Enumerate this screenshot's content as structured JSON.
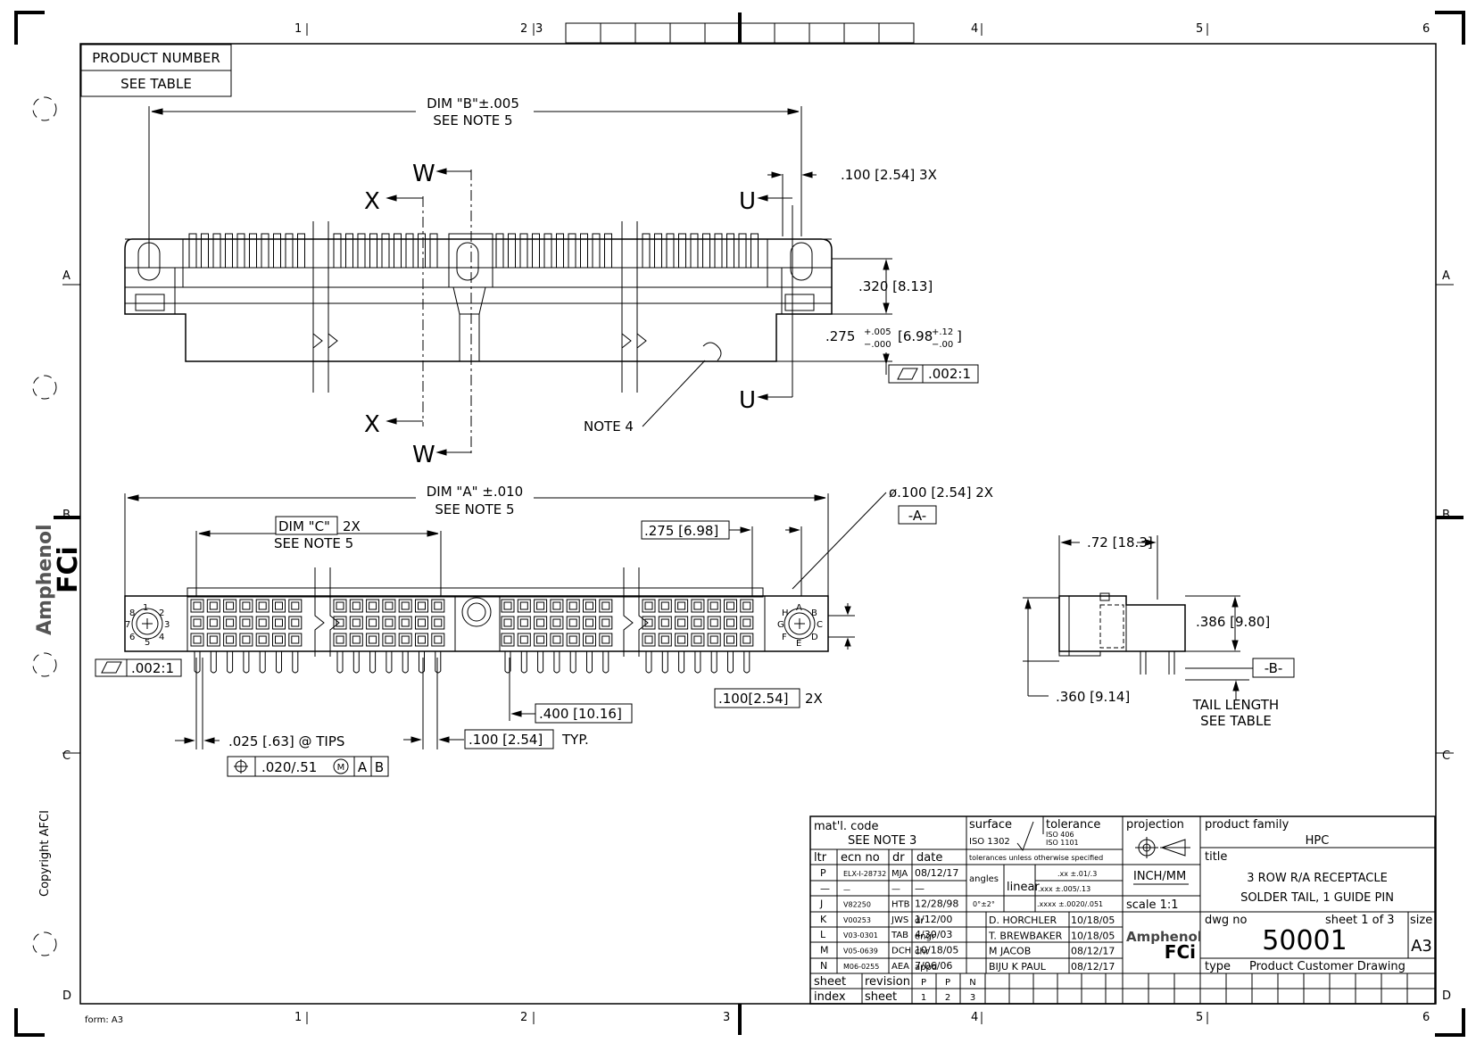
{
  "zones": {
    "cols": [
      "1",
      "2",
      "3",
      "4",
      "5",
      "6"
    ],
    "rows": [
      "A",
      "B",
      "C",
      "D"
    ]
  },
  "product_box": {
    "line1": "PRODUCT NUMBER",
    "line2": "SEE TABLE"
  },
  "top_view": {
    "dim_b": "DIM \"B\"±.005",
    "dim_b_note": "SEE NOTE 5",
    "pitch_3x": ".100 [2.54] 3X",
    "height_320": ".320 [8.13]",
    "tol_275_main": ".275",
    "tol_275_plus": "+.005",
    "tol_275_minus": "−.000",
    "tol_275_mm_main": "[6.98",
    "tol_275_mm_plus": "+.12",
    "tol_275_mm_minus": "−.00",
    "tol_275_mm_close": "]",
    "flatness": ".002:1",
    "note4": "NOTE 4",
    "section_w": "W",
    "section_x": "X",
    "section_u": "U"
  },
  "front_view": {
    "dim_a": "DIM \"A\" ±.010",
    "dim_a_note": "SEE NOTE 5",
    "dim_c": "DIM \"C\"",
    "dim_c_2x": "2X",
    "dim_c_note": "SEE NOTE 5",
    "dim_275": ".275 [6.98]",
    "hole_dia": "ø.100 [2.54] 2X",
    "datum_a": "-A-",
    "flatness": ".002:1",
    "tips": ".025 [.63] @ TIPS",
    "position_tol": ".020/.51",
    "position_m": "M",
    "datum_ref_a": "A",
    "datum_ref_b": "B",
    "pitch_400": ".400 [10.16]",
    "pitch_typ": ".100 [2.54]",
    "typ": "TYP.",
    "pitch_2x_val": ".100[2.54]",
    "pitch_2x": "2X",
    "left_code_nums": [
      "8",
      "1",
      "2",
      "3",
      "4",
      "5",
      "6",
      "7"
    ],
    "right_code_letters": [
      "H",
      "A",
      "B",
      "C",
      "D",
      "E",
      "F",
      "G"
    ]
  },
  "side_view": {
    "width_72": ".72 [18.3]",
    "height_386": ".386 [9.80]",
    "height_360": ".360 [9.14]",
    "datum_b": "-B-",
    "tail_length": "TAIL LENGTH",
    "tail_note": "SEE TABLE"
  },
  "left_margin": {
    "brand_top": "Amphenol",
    "brand_bottom": "FCi",
    "copyright": "Copyright AFCI"
  },
  "form_label": "form: A3",
  "title_block": {
    "matl_code_label": "mat'l. code",
    "matl_code_value": "SEE NOTE 3",
    "surface_label": "surface",
    "surface_value": "ISO 1302",
    "tolerance_label": "tolerance",
    "tolerance_iso1": "ISO 406",
    "tolerance_iso2": "ISO 1101",
    "tol_unless": "tolerances unless otherwise specified",
    "angles_label": "angles",
    "linear_label": "linear",
    "tol_xx": ".xx ±.01/.3",
    "tol_xxx": ".xxx ±.005/.13",
    "tol_xxxx": ".xxxx ±.0020/.051",
    "angles_value": "0°±2°",
    "projection_label": "projection",
    "units": "INCH/MM",
    "scale": "scale 1:1",
    "product_family_label": "product family",
    "product_family_value": "HPC",
    "title_label": "title",
    "title_line1": "3 ROW R/A RECEPTACLE",
    "title_line2": "SOLDER TAIL, 1 GUIDE PIN",
    "dwg_no_label": "dwg no",
    "sheet_label": "sheet 1 of 3",
    "size_label": "size",
    "dwg_no": "50001",
    "size_value": "A3",
    "type_label": "type",
    "type_value": "Product Customer Drawing",
    "brand_top": "Amphenol",
    "brand_bottom": "FCi",
    "rev_headers": [
      "ltr",
      "ecn no",
      "dr",
      "date"
    ],
    "revisions": [
      {
        "ltr": "P",
        "ecn": "ELX-I-28732",
        "dr": "MJA",
        "date": "08/12/17"
      },
      {
        "ltr": "—",
        "ecn": "—",
        "dr": "—",
        "date": "—"
      },
      {
        "ltr": "J",
        "ecn": "V82250",
        "dr": "HTB",
        "date": "12/28/98"
      },
      {
        "ltr": "K",
        "ecn": "V00253",
        "dr": "JWS",
        "date": "1/12/00"
      },
      {
        "ltr": "L",
        "ecn": "V03-0301",
        "dr": "TAB",
        "date": "4/30/03"
      },
      {
        "ltr": "M",
        "ecn": "V05-0639",
        "dr": "DCH",
        "date": "10/18/05"
      },
      {
        "ltr": "N",
        "ecn": "M06-0255",
        "dr": "AEA",
        "date": "7/06/06"
      }
    ],
    "approvals": [
      {
        "role": "dr",
        "name": "D. HORCHLER",
        "date": "10/18/05"
      },
      {
        "role": "engr",
        "name": "T. BREWBAKER",
        "date": "10/18/05"
      },
      {
        "role": "chr",
        "name": "M JACOB",
        "date": "08/12/17"
      },
      {
        "role": "appd",
        "name": "BIJU K PAUL",
        "date": "08/12/17"
      }
    ],
    "sheet_index": {
      "sheet_label": "sheet",
      "index_label": "index",
      "revision_label": "revision",
      "sheet_col_label": "sheet",
      "revisions": [
        "P",
        "P",
        "N"
      ],
      "sheets": [
        "1",
        "2",
        "3"
      ]
    }
  }
}
